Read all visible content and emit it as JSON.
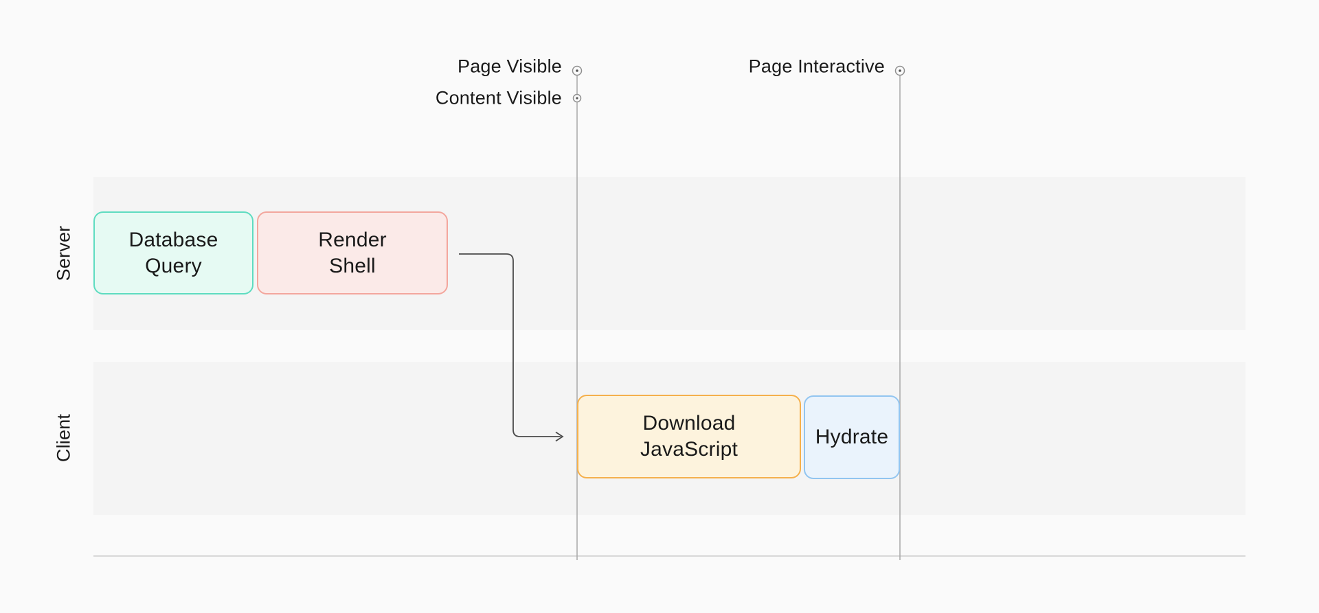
{
  "lanes": [
    {
      "label": "Server"
    },
    {
      "label": "Client"
    }
  ],
  "milestones": [
    {
      "label": "Page Visible"
    },
    {
      "label": "Content Visible"
    },
    {
      "label": "Page Interactive"
    }
  ],
  "tasks": [
    {
      "label": "Database\nQuery",
      "lane": "Server"
    },
    {
      "label": "Render\nShell",
      "lane": "Server"
    },
    {
      "label": "Download\nJavaScript",
      "lane": "Client"
    },
    {
      "label": "Hydrate",
      "lane": "Client"
    }
  ],
  "colors": {
    "page-bg": "#FAFAFA",
    "lane-bg": "#F4F4F4",
    "text": "#1A1A1A",
    "marker-line": "#A8A8A8",
    "circle-ring": "#8F8F8F",
    "circle-dot": "#555555",
    "baseline": "#D8D8D8",
    "connector": "#4A4A4A",
    "task-db-fill": "#E6FAF3",
    "task-db-border": "#5EDCC0",
    "task-render-fill": "#FBEAE8",
    "task-render-border": "#F3A69D",
    "task-download-fill": "#FDF3DD",
    "task-download-border": "#F5B04C",
    "task-hydrate-fill": "#EAF3FC",
    "task-hydrate-border": "#92C5F0"
  }
}
